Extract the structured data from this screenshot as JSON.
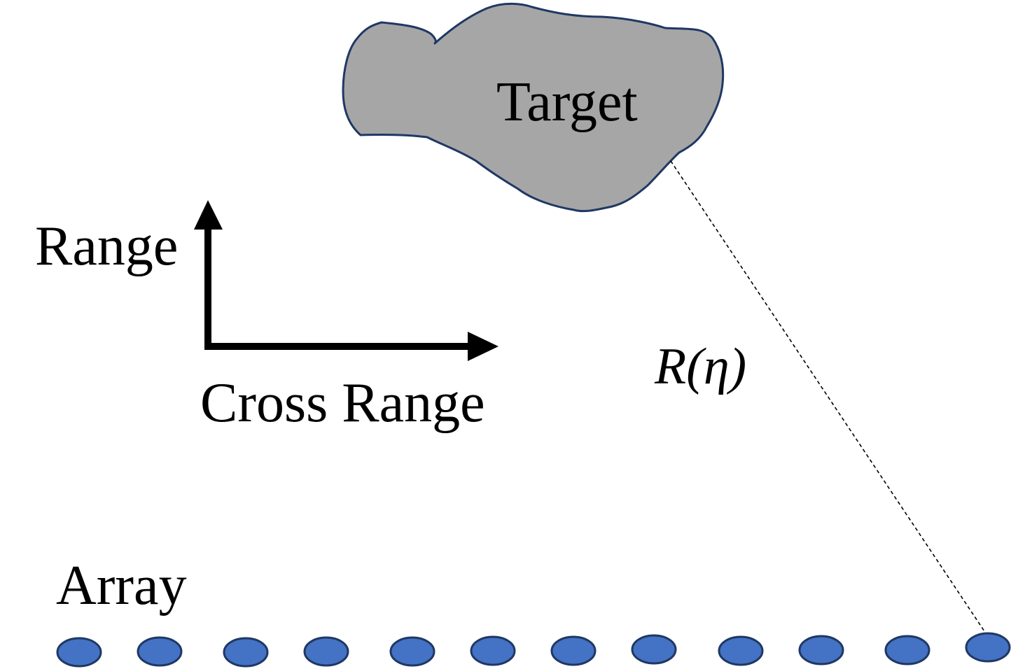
{
  "labels": {
    "target": "Target",
    "range": "Range",
    "cross_range": "Cross Range",
    "distance": "R(η)",
    "array": "Array"
  },
  "colors": {
    "target_fill": "#a6a6a6",
    "target_stroke": "#1f3864",
    "element_fill": "#4472c4",
    "element_stroke": "#1f3864",
    "axis": "#000000",
    "text": "#000000"
  },
  "array": {
    "element_count": 12
  }
}
